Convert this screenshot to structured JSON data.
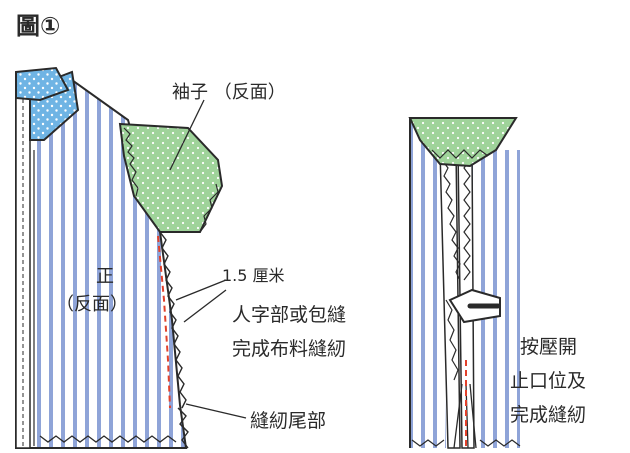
{
  "figure_label": "圖①",
  "labels": {
    "sleeve": "袖子 （反面）",
    "front_line1": "正",
    "front_line2": "（反面）",
    "seam_allowance": "1.5 厘米",
    "finish_line1": "人字部或包縫",
    "finish_line2": "完成布料縫紉",
    "seam_end": "縫紉尾部",
    "press_line1": "按壓開",
    "press_line2": "止口位及",
    "press_line3": "完成縫紉"
  },
  "colors": {
    "stripe_blue": "#8fa4d8",
    "sleeve_green": "#9fd39a",
    "collar_blue": "#6fb4e4",
    "seam_red": "#e2412b",
    "outline": "#2a2a2a"
  }
}
